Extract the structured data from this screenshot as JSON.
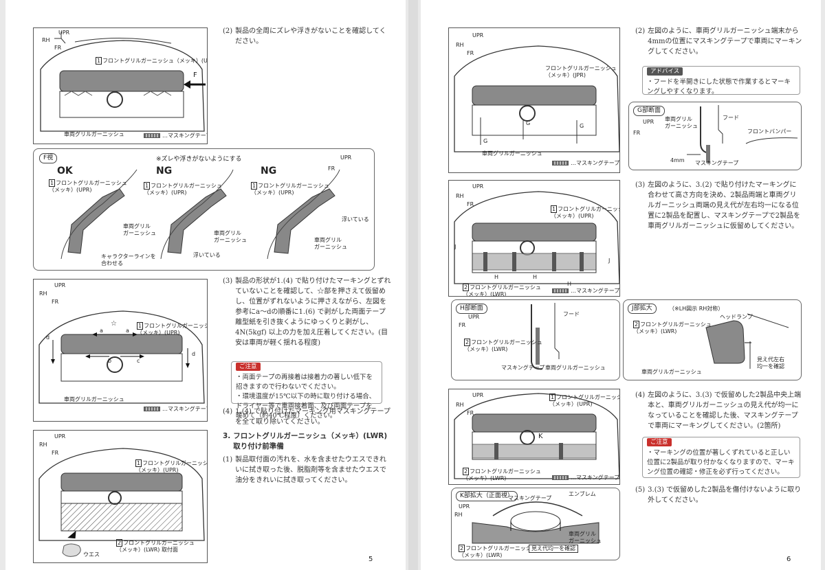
{
  "common": {
    "grille_chrome_upr": "フロントグリルガーニッシュ（メッキ）(UPR)",
    "grille_chrome_upr_short": "フロントグリルガーニッシュ",
    "chrome_upr": "（メッキ）(UPR)",
    "vehicle_grille": "車両グリルガーニッシュ",
    "masking_tape_legend": "…マスキングテープ",
    "upr": "UPR",
    "rh": "RH",
    "fr": "FR",
    "part1": "1",
    "part2": "2"
  },
  "left": {
    "page_number": "5",
    "fig_f_arrow": "F",
    "f_view": {
      "title": "F視",
      "note": "※ズレや浮きがないようにする",
      "ok": "OK",
      "ng1": "NG",
      "ng2": "NG",
      "panel_label_1": "フロントグリルガーニッシュ",
      "panel_label_2": "（メッキ）(UPR)",
      "car_grille_a": "車両グリル",
      "car_grille_b": "ガーニッシュ",
      "character_line_a": "キャラクターラインを",
      "character_line_b": "合わせる",
      "floating": "浮いている",
      "floating2": "浮いている"
    },
    "fig2_labels": {
      "star": "☆",
      "a": "a",
      "b": "b",
      "c": "c",
      "d": "d"
    },
    "fig3_parts": {
      "lwr_a": "フロントグリルガーニッシュ",
      "lwr_b": "（メッキ）(LWR) 取付面",
      "cloth": "ウエス"
    },
    "step2": {
      "num": "(2)",
      "text": "製品の全周にズレや浮きがないことを確認してください。"
    },
    "step3": {
      "num": "(3)",
      "text": "製品の形状が1.(4) で貼り付けたマーキングとずれていないことを確認して、☆部を押さえて仮留めし、位置がずれないように押さえながら、左図を参考にa～dの順番に1.(6) で剥がした両面テープ離型紙を引き抜くようにゆっくりと剥がし、4N(5kgf) 以上の力を加え圧着してください。(目安は車両が軽く揺れる程度)"
    },
    "caution1": {
      "badge": "ご注意",
      "items": [
        "両面テープの再接着は接着力の著しい低下を招きますので行わないでください。",
        "環境温度が15℃以下の時に取り付ける場合、ドライヤー等で車両接着面、及び両面テープを暖めて（約40℃程度）ください。"
      ]
    },
    "step4": {
      "num": "(4)",
      "text": "1.(4) で貼り付けたマーキング用マスキングテープを全て取り除いてください。"
    },
    "section3": {
      "num": "3.",
      "title_a": "フロントグリルガーニッシュ（メッキ）(LWR)",
      "title_b": "取り付け前準備"
    },
    "step31": {
      "num": "(1)",
      "text": "製品取付面の汚れを、水を含ませたウエスできれいに拭き取った後、脱脂剤等を含ませたウエスで油分をきれいに拭き取ってください。"
    }
  },
  "right": {
    "page_number": "6",
    "fig1": {
      "label_a": "フロントグリルガーニッシュ",
      "label_b": "（メッキ）(JPR)",
      "g": "G"
    },
    "g_section": {
      "title": "G部断面",
      "hood": "フード",
      "bumper": "フロントバンパー",
      "mm": "4mm",
      "tape": "マスキングテープ",
      "grille_a": "車両グリル",
      "grille_b": "ガーニッシュ"
    },
    "fig2": {
      "lwr_a": "フロントグリルガーニッシュ",
      "lwr_b": "（メッキ）(LWR)",
      "h": "H",
      "j": "J"
    },
    "h_section": {
      "title": "H部断面",
      "hood": "フード",
      "tape": "マスキングテープ",
      "grille": "車両グリルガーニッシュ"
    },
    "j_detail": {
      "title": "J部拡大",
      "note": "（※LH図示 RH対称）",
      "headlamp": "ヘッドランプ",
      "even_a": "見え代左右",
      "even_b": "均一を確認"
    },
    "fig3": {
      "k": "K"
    },
    "k_detail": {
      "title": "K部拡大（正面視）",
      "tape": "マスキングテープ",
      "emblem": "エンブレム",
      "even": "見え代均一を確認"
    },
    "step2": {
      "num": "(2)",
      "text": "左図のように、車両グリルガーニッシュ端末から4mmの位置にマスキングテープで車両にマーキングしてください。"
    },
    "advice": {
      "badge": "アドバイス",
      "items": [
        "フードを半開きにした状態で作業するとマーキングしやすくなります。"
      ]
    },
    "step3": {
      "num": "(3)",
      "text": "左図のように、3.(2) で貼り付けたマーキングに合わせて高さ方向を決め、2製品両端と車両グリルガーニッシュ両端の見え代が左右均一になる位置に2製品を配置し、マスキングテープで2製品を車両グリルガーニッシュに仮留めしてください。"
    },
    "step4": {
      "num": "(4)",
      "text": "左図のように、3.(3) で仮留めした2製品中央上端本と、車両グリルガーニッシュの見え代が均一になっていることを確認した後、マスキングテープで車両にマーキングしてください。(2箇所)"
    },
    "caution2": {
      "badge": "ご注意",
      "items": [
        "マーキングの位置が著しくずれていると正しい位置に2製品が取り付かなくなりますので、マーキング位置の確認・修正を必ず行ってください。"
      ]
    },
    "step5": {
      "num": "(5)",
      "text": "3.(3) で仮留めした2製品を傷付けないように取り外してください。"
    }
  }
}
